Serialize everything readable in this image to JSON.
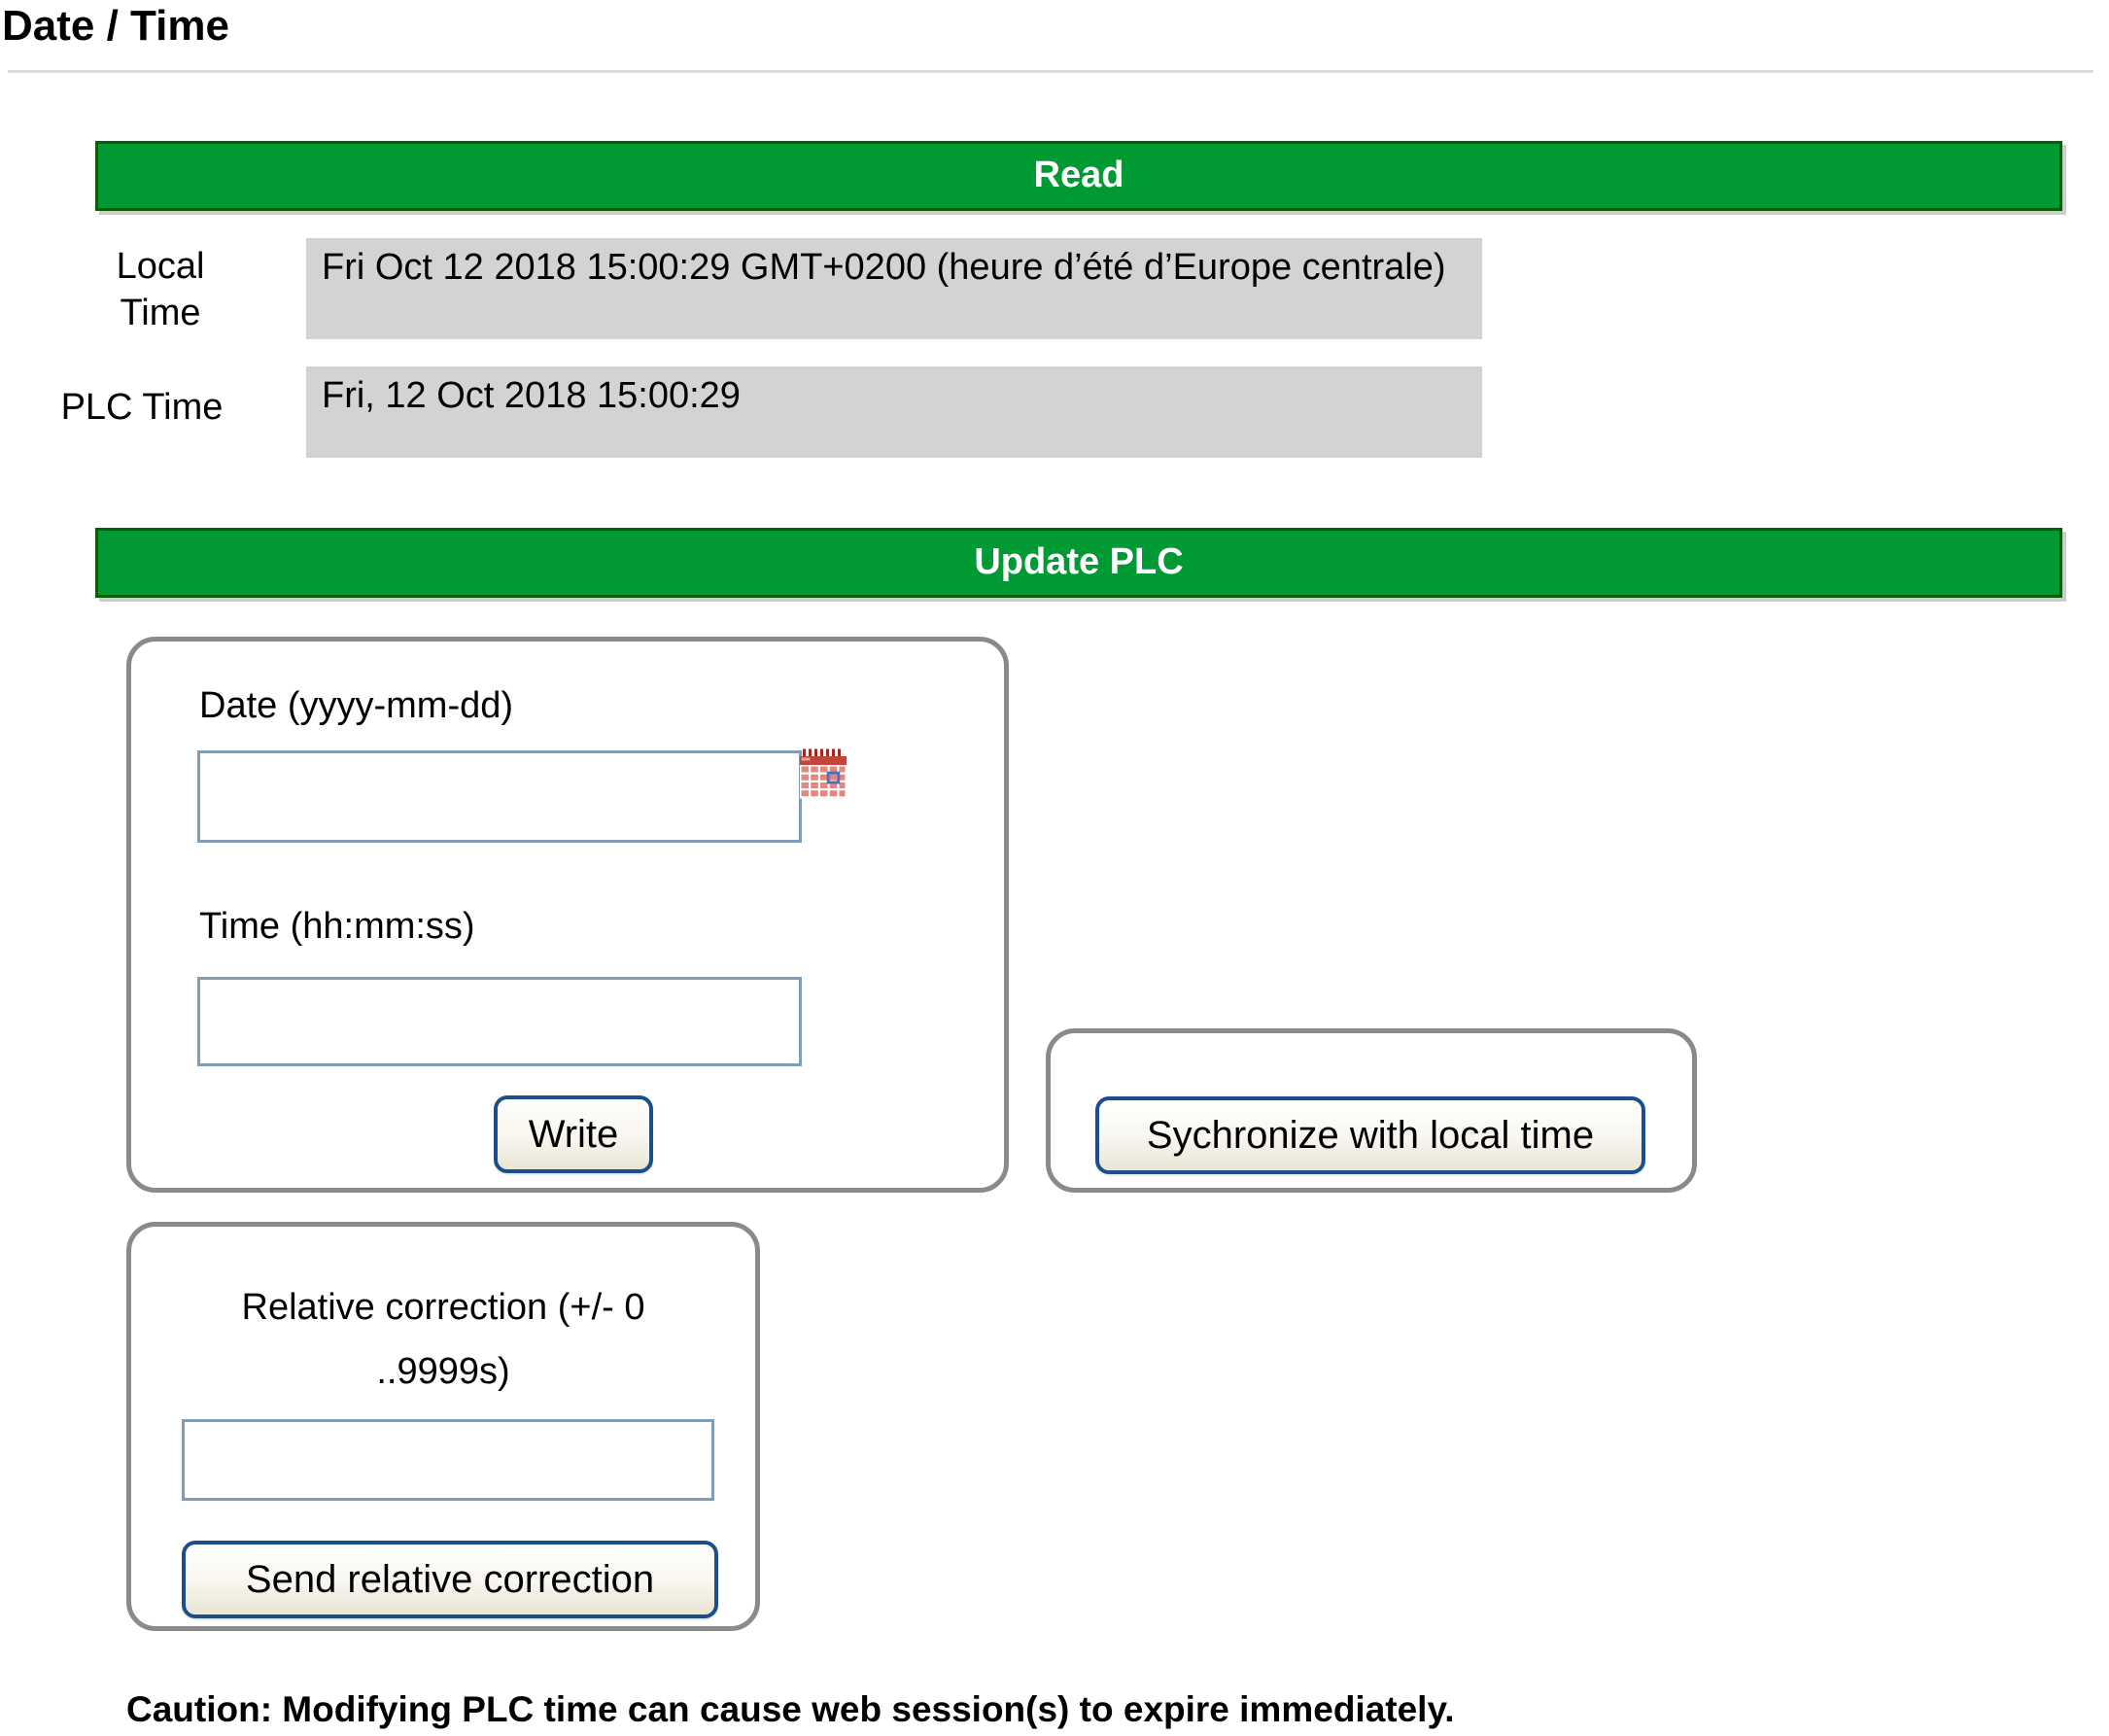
{
  "page": {
    "title": "Date / Time",
    "caution": "Caution: Modifying PLC time can cause web session(s) to expire immediately."
  },
  "read_section": {
    "banner": "Read",
    "rows": [
      {
        "label": "Local Time",
        "value": "Fri Oct 12 2018 15:00:29 GMT+0200 (heure d’été d’Europe centrale)"
      },
      {
        "label": "PLC Time",
        "value": "Fri, 12 Oct 2018 15:00:29"
      }
    ]
  },
  "update_section": {
    "banner": "Update PLC",
    "datetime_panel": {
      "date_label": "Date (yyyy-mm-dd)",
      "date_value": "",
      "calendar_icon": "calendar-date-picker-icon",
      "time_label": "Time (hh:mm:ss)",
      "time_value": "",
      "write_button": "Write"
    },
    "sync_panel": {
      "sync_button": "Sychronize with local time"
    },
    "relative_panel": {
      "label_line1": "Relative correction (+/- 0",
      "label_line2": "..9999s)",
      "value": "",
      "send_button": "Send relative correction"
    }
  },
  "colors": {
    "banner_green": "#009933",
    "banner_border_green": "#066006",
    "value_box_gray": "#D3D3D3",
    "input_border_blue": "#7F9DB9",
    "button_border_navy": "#1A4F8B",
    "panel_border_gray": "#8A8A8A"
  }
}
